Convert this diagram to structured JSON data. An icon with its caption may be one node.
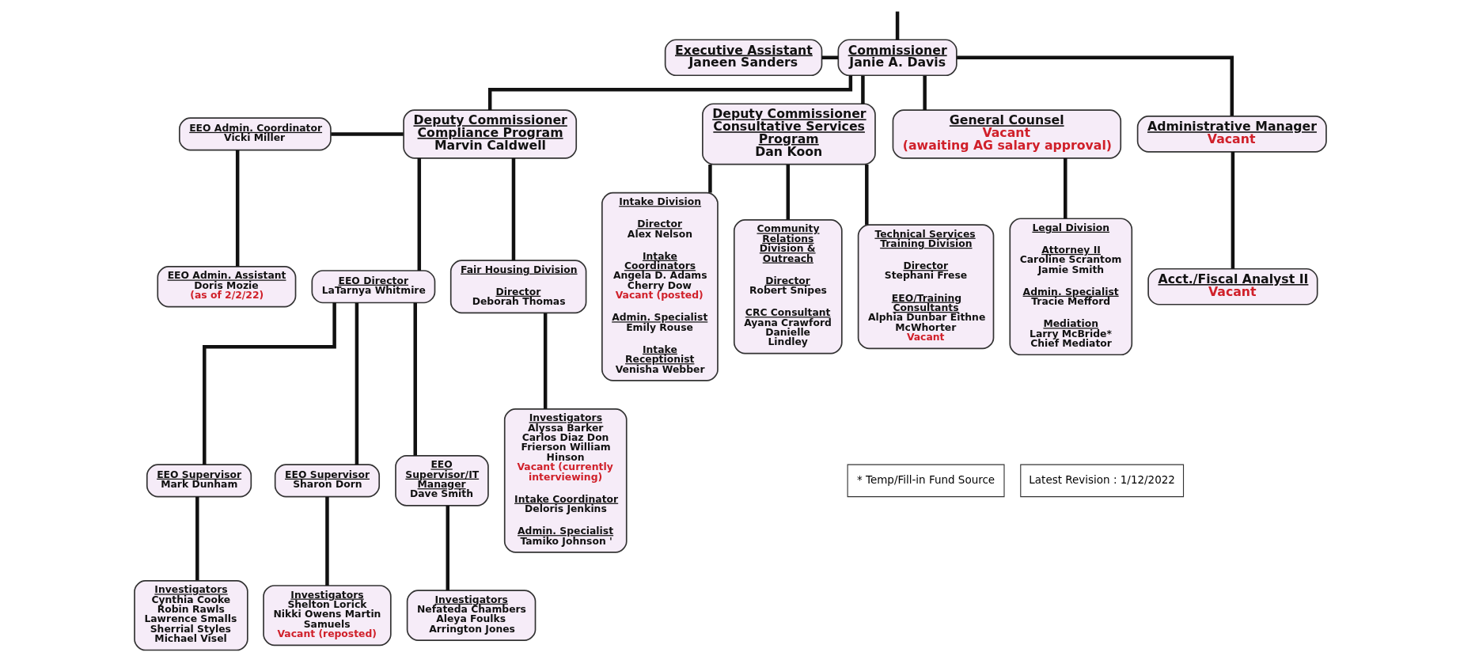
{
  "diagram": {
    "nodes": [
      {
        "text": [
          "Commissioner",
          "Janie A. Davis"
        ]
      },
      {
        "text": [
          "Executive Assistant",
          "Janeen Sanders"
        ]
      },
      {
        "text": [
          "EEO Admin. Coordinator",
          "Vicki Miller"
        ]
      },
      {
        "text": [
          "EEO Admin. Assistant",
          "Doris Mozie",
          "(as of 2/2/22)"
        ]
      },
      {
        "text": [
          "Deputy Commissioner Compliance Program",
          "Marvin Caldwell"
        ]
      },
      {
        "text": [
          "Deputy Commissioner Consultative Services Program",
          "Dan Koon"
        ]
      },
      {
        "text": [
          "General Counsel",
          "Vacant",
          "(awaiting AG salary approval)"
        ]
      },
      {
        "text": [
          "Administrative Manager",
          "Vacant"
        ]
      },
      {
        "text": [
          "EEO Director",
          "LaTarnya Whitmire"
        ]
      },
      {
        "text": [
          "Fair Housing Division",
          "Director",
          "Deborah Thomas"
        ]
      },
      {
        "text": [
          "EEO Supervisor",
          "Mark Dunham"
        ]
      },
      {
        "text": [
          "EEO Supervisor",
          "Sharon Dorn"
        ]
      },
      {
        "text": [
          "EEO Supervisor/IT Manager",
          "Dave Smith"
        ]
      },
      {
        "text": [
          "Investigators",
          "Cynthia Cooke Robin Rawls Lawrence Smalls Sherrial Styles Michael Visel"
        ]
      },
      {
        "text": [
          "Investigators",
          "Shelton Lorick Nikki Owens Martin Samuels",
          "Vacant (reposted)"
        ]
      },
      {
        "text": [
          "Investigators",
          "Nefateda Chambers Aleya Foulks Arrington Jones"
        ]
      },
      {
        "text": [
          "Investigators",
          "Alyssa Barker Carlos Diaz Don Frierson William Hinson",
          "Vacant (currently interviewing)",
          "Intake Coordinator",
          "Deloris Jenkins",
          "Admin. Specialist",
          "Tamiko Johnson '"
        ]
      },
      {
        "text": [
          "Intake Division",
          "Director",
          "Alex Nelson",
          "Intake Coordinators",
          "Angela D. Adams Cherry Dow",
          "Vacant (posted)",
          "Admin. Specialist",
          "Emily Rouse",
          "Intake Receptionist",
          "Venisha Webber"
        ]
      },
      {
        "text": [
          "Community Relations Division & Outreach",
          "Director",
          "Robert Snipes",
          "CRC Consultant",
          "Ayana Crawford Danielle Lindley"
        ]
      },
      {
        "text": [
          "Technical Services Training Division",
          "Director",
          "Stephani Frese",
          "EEO/Training Consultants",
          "Alphia Dunbar Eithne McWhorter",
          "Vacant"
        ]
      },
      {
        "text": [
          "Legal Division",
          "Attorney II",
          "Caroline Scrantom Jamie Smith",
          "Admin. Specialist",
          "Tracie Mefford",
          "Mediation",
          "Larry McBride* Chief Mediator"
        ]
      },
      {
        "text": [
          "Acct./Fiscal Analyst II",
          "Vacant"
        ]
      }
    ],
    "edges": [
      {
        "from": null,
        "to": 0,
        "arrow": "none"
      },
      {
        "from": 1,
        "to": 0,
        "arrow": "none"
      },
      {
        "from": 0,
        "to": 4,
        "arrow": "none"
      },
      {
        "from": 0,
        "to": 5,
        "arrow": "none"
      },
      {
        "from": 0,
        "to": 6,
        "arrow": "none"
      },
      {
        "from": 0,
        "to": 7,
        "arrow": "none"
      },
      {
        "from": 2,
        "to": 4,
        "arrow": "none"
      },
      {
        "from": 2,
        "to": 3,
        "arrow": "none"
      },
      {
        "from": 4,
        "to": 8,
        "arrow": "none"
      },
      {
        "from": 4,
        "to": 9,
        "arrow": "none"
      },
      {
        "from": 8,
        "to": 10,
        "arrow": "none"
      },
      {
        "from": 8,
        "to": 11,
        "arrow": "none"
      },
      {
        "from": 8,
        "to": 12,
        "arrow": "none"
      },
      {
        "from": 10,
        "to": 13,
        "arrow": "none"
      },
      {
        "from": 11,
        "to": 14,
        "arrow": "none"
      },
      {
        "from": 12,
        "to": 15,
        "arrow": "none"
      },
      {
        "from": 9,
        "to": 16,
        "arrow": "none"
      },
      {
        "from": 5,
        "to": 17,
        "arrow": "none"
      },
      {
        "from": 5,
        "to": 18,
        "arrow": "none"
      },
      {
        "from": 5,
        "to": 19,
        "arrow": "none"
      },
      {
        "from": 6,
        "to": 20,
        "arrow": "none"
      },
      {
        "from": 7,
        "to": 21,
        "arrow": "none"
      }
    ],
    "labels": [
      "* Temp/Fill-in Fund Source",
      "Latest Revision : 1/12/2022"
    ]
  }
}
